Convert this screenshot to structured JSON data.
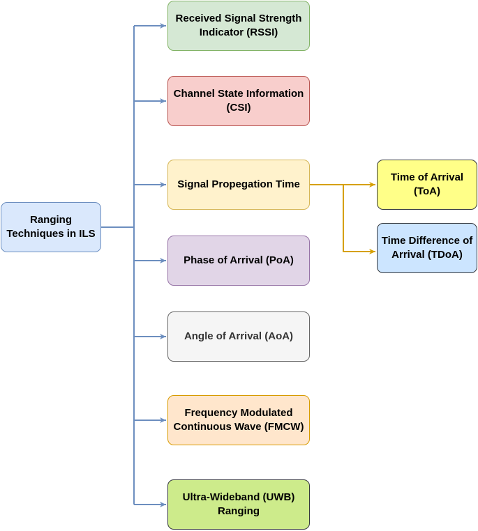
{
  "diagram": {
    "nodes": {
      "root": "Ranging\nTechniques in ILS",
      "rssi": "Received Signal Strength\nIndicator (RSSI)",
      "csi": "Channel State Information\n(CSI)",
      "spt": "Signal Propegation Time",
      "poa": "Phase of Arrival (PoA)",
      "aoa": "Angle of Arrival (AoA)",
      "fmcw": "Frequency Modulated\nContinuous Wave (FMCW)",
      "uwb": "Ultra-Wideband (UWB)\nRanging",
      "toa": "Time of Arrival\n(ToA)",
      "tdoa": "Time Difference of\nArrival (TDoA)"
    },
    "colors": {
      "edge_blue": "#6c8ebf",
      "edge_gold": "#d6a000"
    }
  }
}
